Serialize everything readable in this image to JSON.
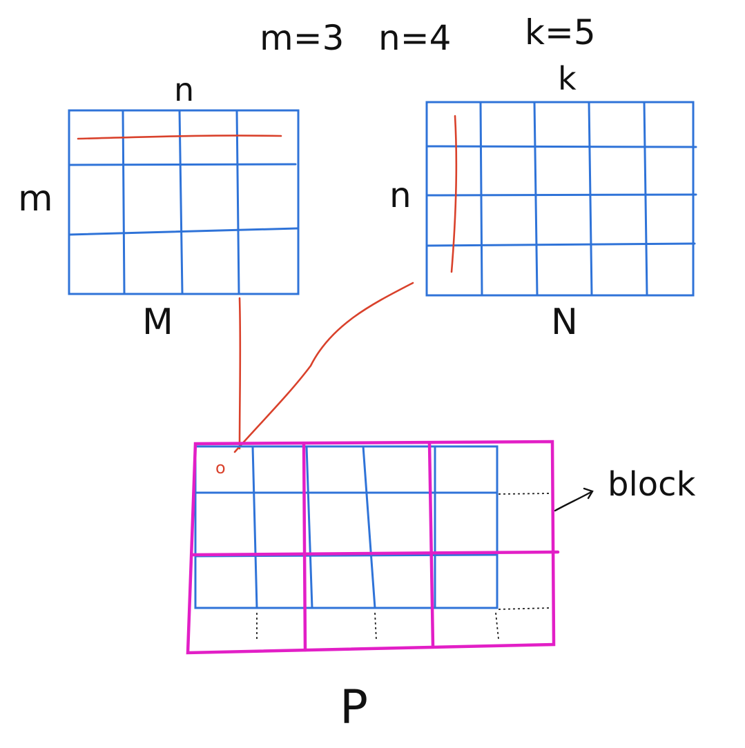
{
  "header": {
    "m_eq": "m=3",
    "n_eq": "n=4",
    "k_eq": "k=5"
  },
  "matrix_M": {
    "name": "M",
    "top_label": "n",
    "side_label": "m",
    "rows": 3,
    "cols": 4,
    "highlight": "row"
  },
  "matrix_N": {
    "name": "N",
    "top_label": "k",
    "side_label": "n",
    "rows": 4,
    "cols": 5,
    "highlight": "column"
  },
  "matrix_P": {
    "name": "P",
    "block_rows": 2,
    "block_cols": 3,
    "inner_rows": 3,
    "inner_cols": 5,
    "marked_cell": "o",
    "block_label": "block"
  },
  "colors": {
    "grid": "#2f73d8",
    "block": "#e21fc6",
    "highlight": "#d9412b",
    "ink": "#111111"
  }
}
